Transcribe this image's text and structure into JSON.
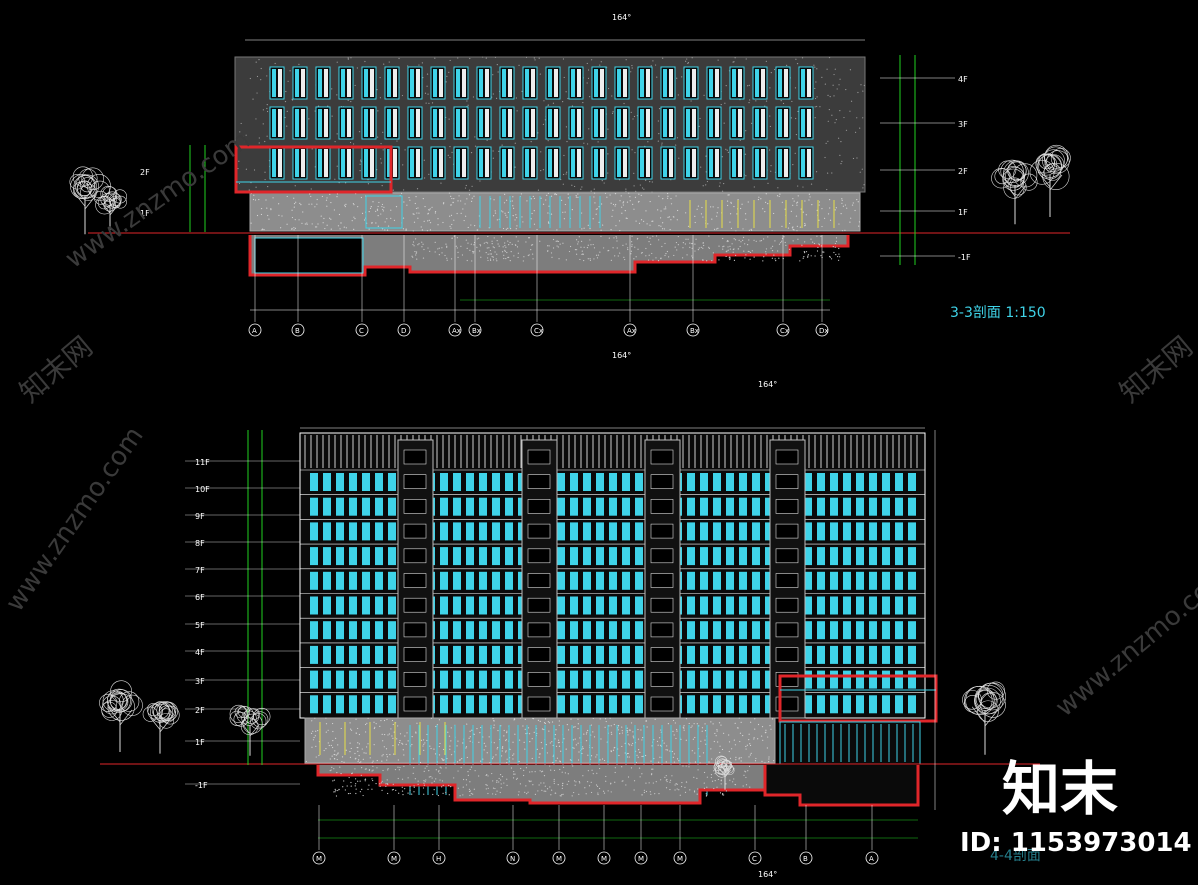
{
  "section_a": {
    "title": "3-3剖面  1:150",
    "top_mark": "164°",
    "bottom_mark": "164°",
    "floors": [
      "2F",
      "1F"
    ],
    "floors_right": [
      "4F",
      "3F",
      "2F",
      "1F",
      "-1F"
    ],
    "axes": [
      "A",
      "B",
      "C",
      "D",
      "Ax",
      "Bx",
      "Cx",
      "Ax",
      "Bx",
      "Cx",
      "Dx"
    ]
  },
  "section_b": {
    "title": "4-4剖面",
    "top_mark": "164°",
    "bottom_mark": "164°",
    "floors": [
      "11F",
      "10F",
      "9F",
      "8F",
      "7F",
      "6F",
      "5F",
      "4F",
      "3F",
      "2F",
      "1F",
      "-1F"
    ],
    "axes": [
      "M",
      "M",
      "H",
      "N",
      "M",
      "M",
      "M",
      "M",
      "C",
      "B",
      "A"
    ]
  },
  "watermark": {
    "site": "www.znzmo.com",
    "brand": "知末网",
    "logo_text": "知末"
  },
  "id_label": "ID: 1153973014",
  "colors": {
    "background": "#000000",
    "cyan": "#3fd3e8",
    "red": "#e0262a",
    "green": "#1fd11f",
    "grey": "#8a8a8a",
    "white": "#ffffff",
    "yellow": "#e6e046"
  }
}
